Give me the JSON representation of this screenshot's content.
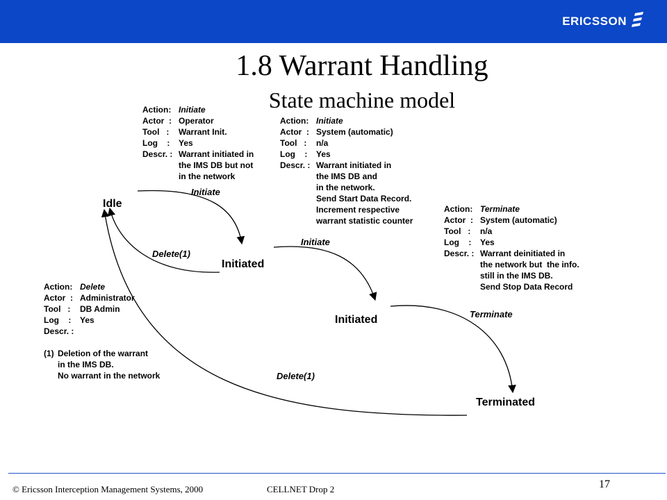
{
  "header": {
    "brand": "ERICSSON",
    "brand_logo_icon": "ericsson-logo-icon",
    "bar_color": "#0b47c6"
  },
  "title": "1.8 Warrant Handling",
  "subtitle": "State machine model",
  "states": {
    "idle": "Idle",
    "initiated_1": "Initiated",
    "initiated_2": "Initiated",
    "terminated": "Terminated"
  },
  "transitions": {
    "initiate_1": "Initiate",
    "delete_1": "Delete(1)",
    "initiate_2": "Initiate",
    "terminate": "Terminate",
    "delete_2": "Delete(1)"
  },
  "notes": {
    "operator_initiate": [
      [
        "Action:",
        "Initiate"
      ],
      [
        "Actor  :",
        "Operator"
      ],
      [
        "Tool   :",
        "Warrant Init."
      ],
      [
        "Log    :",
        "Yes"
      ],
      [
        "Descr. :",
        "Warrant initiated in"
      ],
      [
        "",
        "the IMS DB but not"
      ],
      [
        "",
        "in the network"
      ]
    ],
    "system_initiate": [
      [
        "Action:",
        "Initiate"
      ],
      [
        "Actor  :",
        "System (automatic)"
      ],
      [
        "Tool   :",
        "n/a"
      ],
      [
        "Log    :",
        "Yes"
      ],
      [
        "Descr. :",
        "Warrant initiated in"
      ],
      [
        "",
        "the IMS DB and"
      ],
      [
        "",
        "in the network."
      ],
      [
        "",
        "Send Start Data Record."
      ],
      [
        "",
        "Increment respective"
      ],
      [
        "",
        "warrant statistic counter"
      ]
    ],
    "system_terminate": [
      [
        "Action:",
        "Terminate"
      ],
      [
        "Actor  :",
        "System (automatic)"
      ],
      [
        "Tool   :",
        "n/a"
      ],
      [
        "Log    :",
        "Yes"
      ],
      [
        "Descr. :",
        "Warrant deinitiated in"
      ],
      [
        "",
        "the network but  the info."
      ],
      [
        "",
        "still in the IMS DB."
      ],
      [
        "",
        "Send Stop Data Record"
      ]
    ],
    "admin_delete": [
      [
        "Action:",
        "Delete"
      ],
      [
        "Actor  :",
        "Administrator"
      ],
      [
        "Tool   :",
        "DB Admin"
      ],
      [
        "Log    :",
        "Yes"
      ],
      [
        "Descr. :",
        ""
      ],
      [
        "",
        ""
      ],
      [
        "(1)",
        "Deletion of the warrant"
      ],
      [
        "",
        "in the IMS DB."
      ],
      [
        "",
        "No warrant in the network"
      ]
    ]
  },
  "footer": {
    "copyright": "© Ericsson Interception Management Systems, 2000",
    "doc": "CELLNET  Drop  2",
    "page": "17",
    "rule_color": "#2255cc"
  }
}
